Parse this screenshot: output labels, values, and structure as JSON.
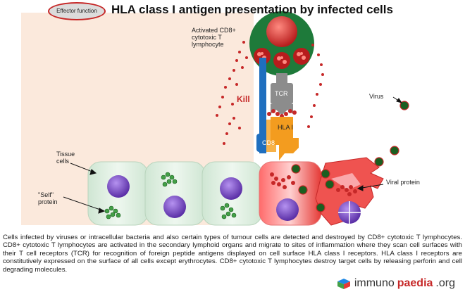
{
  "badge_label": "Effector function",
  "title": "HLA class I antigen presentation by infected cells",
  "labels": {
    "tcell": "Activated CD8+ cytotoxic T lymphocyte",
    "kill": "Kill",
    "tcr": "TCR",
    "hla": "HLA I",
    "cd8": "CD8",
    "virus": "Virus",
    "tissue": "Tissue cells",
    "self_protein": "\"Self\" protein",
    "viral_protein": "Viral protein"
  },
  "caption": "Cells infected by viruses or intracellular bacteria and also certain types of tumour cells are detected and destroyed by CD8+ cytotoxic T lymphocytes. CD8+ cytotoxic T lymphocytes are activated in the secondary lymphoid organs and migrate to sites of inflammation where they scan cell surfaces with their T cell receptors (TCR) for recognition of foreign peptide antigens displayed on cell surface HLA class I receptors. HLA class I receptors are constitutively expressed on the surface of all cells except erythrocytes. CD8+ cytotoxic T lymphocytes destroy target cells by releasing perforin and cell degrading molecules.",
  "brand": {
    "part1": "immuno",
    "part2": "paedia",
    "part3": ".org"
  },
  "colors": {
    "background_panel": "#fbe9dc",
    "tcell_green": "#1e7a3a",
    "granule_red": "#c62828",
    "tcr_gray": "#8c8c8c",
    "cd8_blue": "#1f6fbf",
    "hla_orange": "#f39c1f",
    "nucleus_purple": "#7c4dcc",
    "infected_red": "#e53935",
    "tissue_green": "#dfeee2",
    "virus_green": "#1b5e20"
  }
}
